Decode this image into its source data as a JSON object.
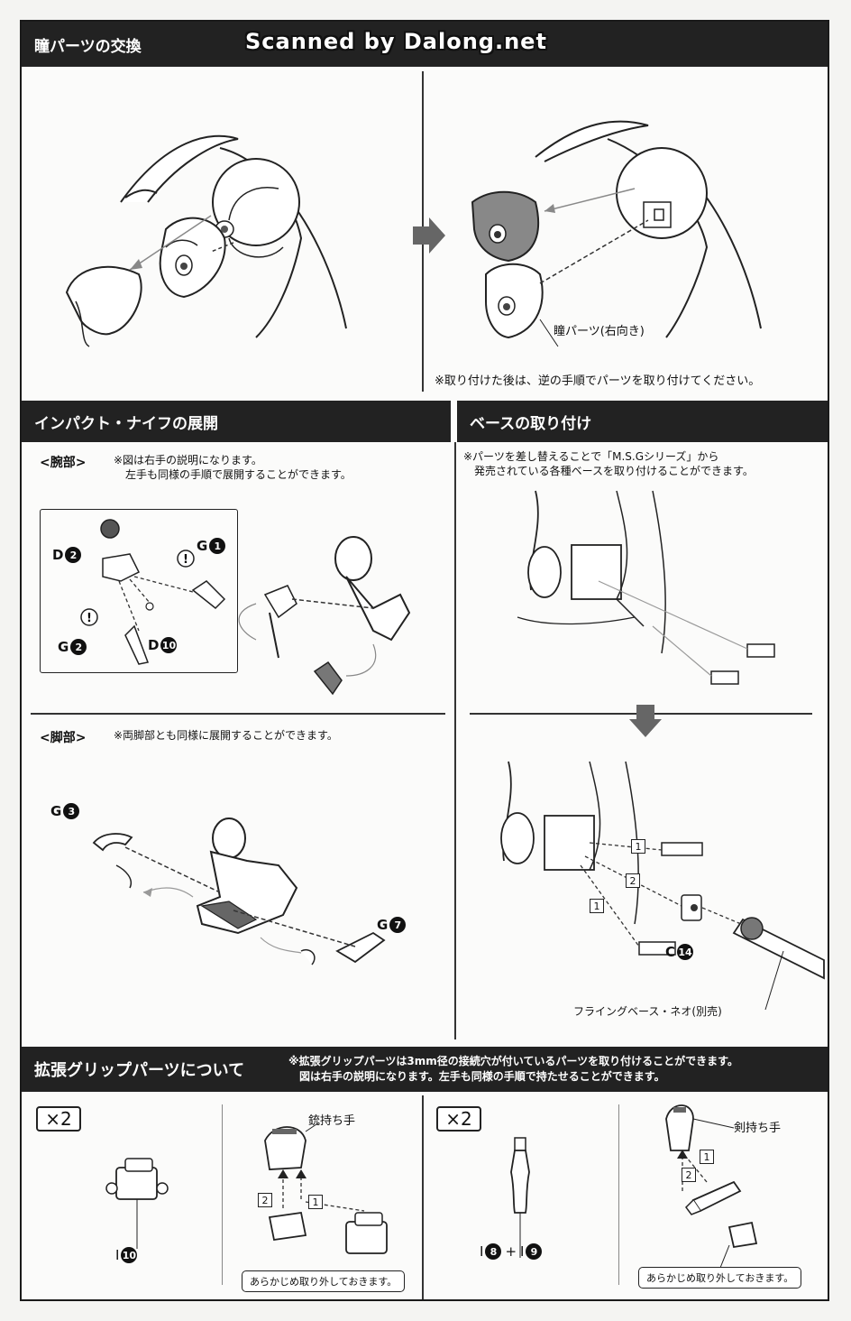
{
  "watermark": "Scanned by Dalong.net",
  "sections": {
    "eye_swap": {
      "title": "瞳パーツの交換",
      "part_label": "瞳パーツ(右向き)",
      "note": "※取り付けた後は、逆の手順でパーツを取り付けてください。"
    },
    "knife": {
      "title": "インパクト・ナイフの展開",
      "arm_heading": "<腕部>",
      "arm_note_1": "※図は右手の説明になります。",
      "arm_note_2": "左手も同様の手順で展開することができます。",
      "leg_heading": "<脚部>",
      "leg_note": "※両脚部とも同様に展開することができます。",
      "parts": {
        "d2": {
          "letter": "D",
          "num": "2"
        },
        "g1": {
          "letter": "G",
          "num": "1"
        },
        "g2": {
          "letter": "G",
          "num": "2"
        },
        "d10": {
          "letter": "D",
          "num": "10"
        },
        "g3": {
          "letter": "G",
          "num": "3"
        },
        "g7": {
          "letter": "G",
          "num": "7"
        }
      }
    },
    "base": {
      "title": "ベースの取り付け",
      "note_1": "※パーツを差し替えることで「M.S.Gシリーズ」から",
      "note_2": "発売されている各種ベースを取り付けることができます。",
      "step_1": "1",
      "step_2": "2",
      "part_c14": {
        "letter": "C",
        "num": "14"
      },
      "base_label": "フライングベース・ネオ(別売)"
    },
    "grip": {
      "title": "拡張グリップパーツについて",
      "note_1": "※拡張グリップパーツは3mm径の接続穴が付いているパーツを取り付けることができます。",
      "note_2": "図は右手の説明になります。左手も同様の手順で持たせることができます。",
      "left": {
        "multiplier": "×2",
        "part": {
          "letter": "I",
          "num": "10"
        },
        "hand_label": "銃持ち手",
        "step_1": "1",
        "step_2": "2",
        "remove_note": "あらかじめ取り外しておきます。"
      },
      "right": {
        "multiplier": "×2",
        "part_a": {
          "letter": "I",
          "num": "8"
        },
        "plus": "+",
        "part_b": {
          "letter": "I",
          "num": "9"
        },
        "hand_label": "剣持ち手",
        "step_1": "1",
        "step_2": "2",
        "remove_note": "あらかじめ取り外しておきます。"
      }
    }
  },
  "colors": {
    "bar": "#222222",
    "fill_grey": "#777777",
    "arrow_grey": "#666666"
  }
}
